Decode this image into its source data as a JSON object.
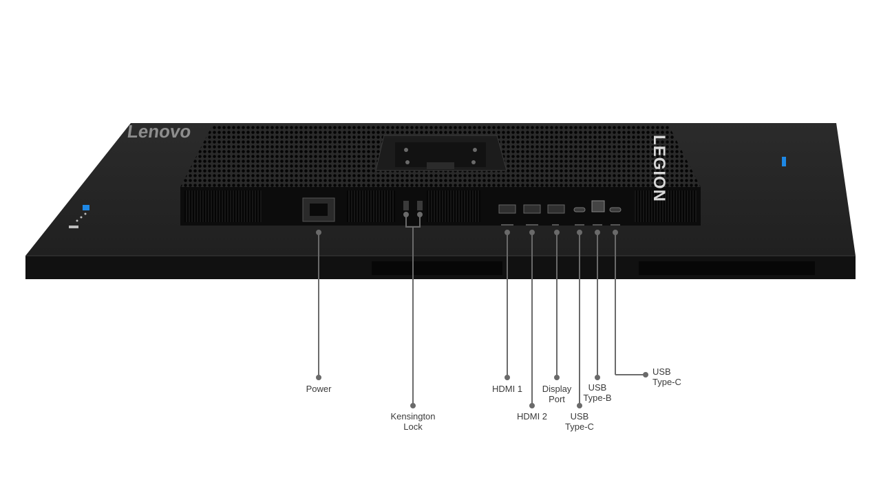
{
  "brand": {
    "lenovo_logo": "Lenovo",
    "legion_logo": "LEGION"
  },
  "port_labels": {
    "power": "Power",
    "kensington_line1": "Kensington",
    "kensington_line2": "Lock",
    "hdmi1": "HDMI 1",
    "hdmi2": "HDMI 2",
    "displayport_line1": "Display",
    "displayport_line2": "Port",
    "usbc_line1": "USB",
    "usbc_line2": "Type-C",
    "usbb_line1": "USB",
    "usbb_line2": "Type-B",
    "usbc2_line1": "USB",
    "usbc2_line2": "Type-C"
  },
  "colors": {
    "body": "#1b1b1b",
    "grille": "#0d0d0d",
    "leader_line": "#6a6a6a",
    "accent_blue": "#1e88e5",
    "label_text": "#3a3a3a"
  }
}
